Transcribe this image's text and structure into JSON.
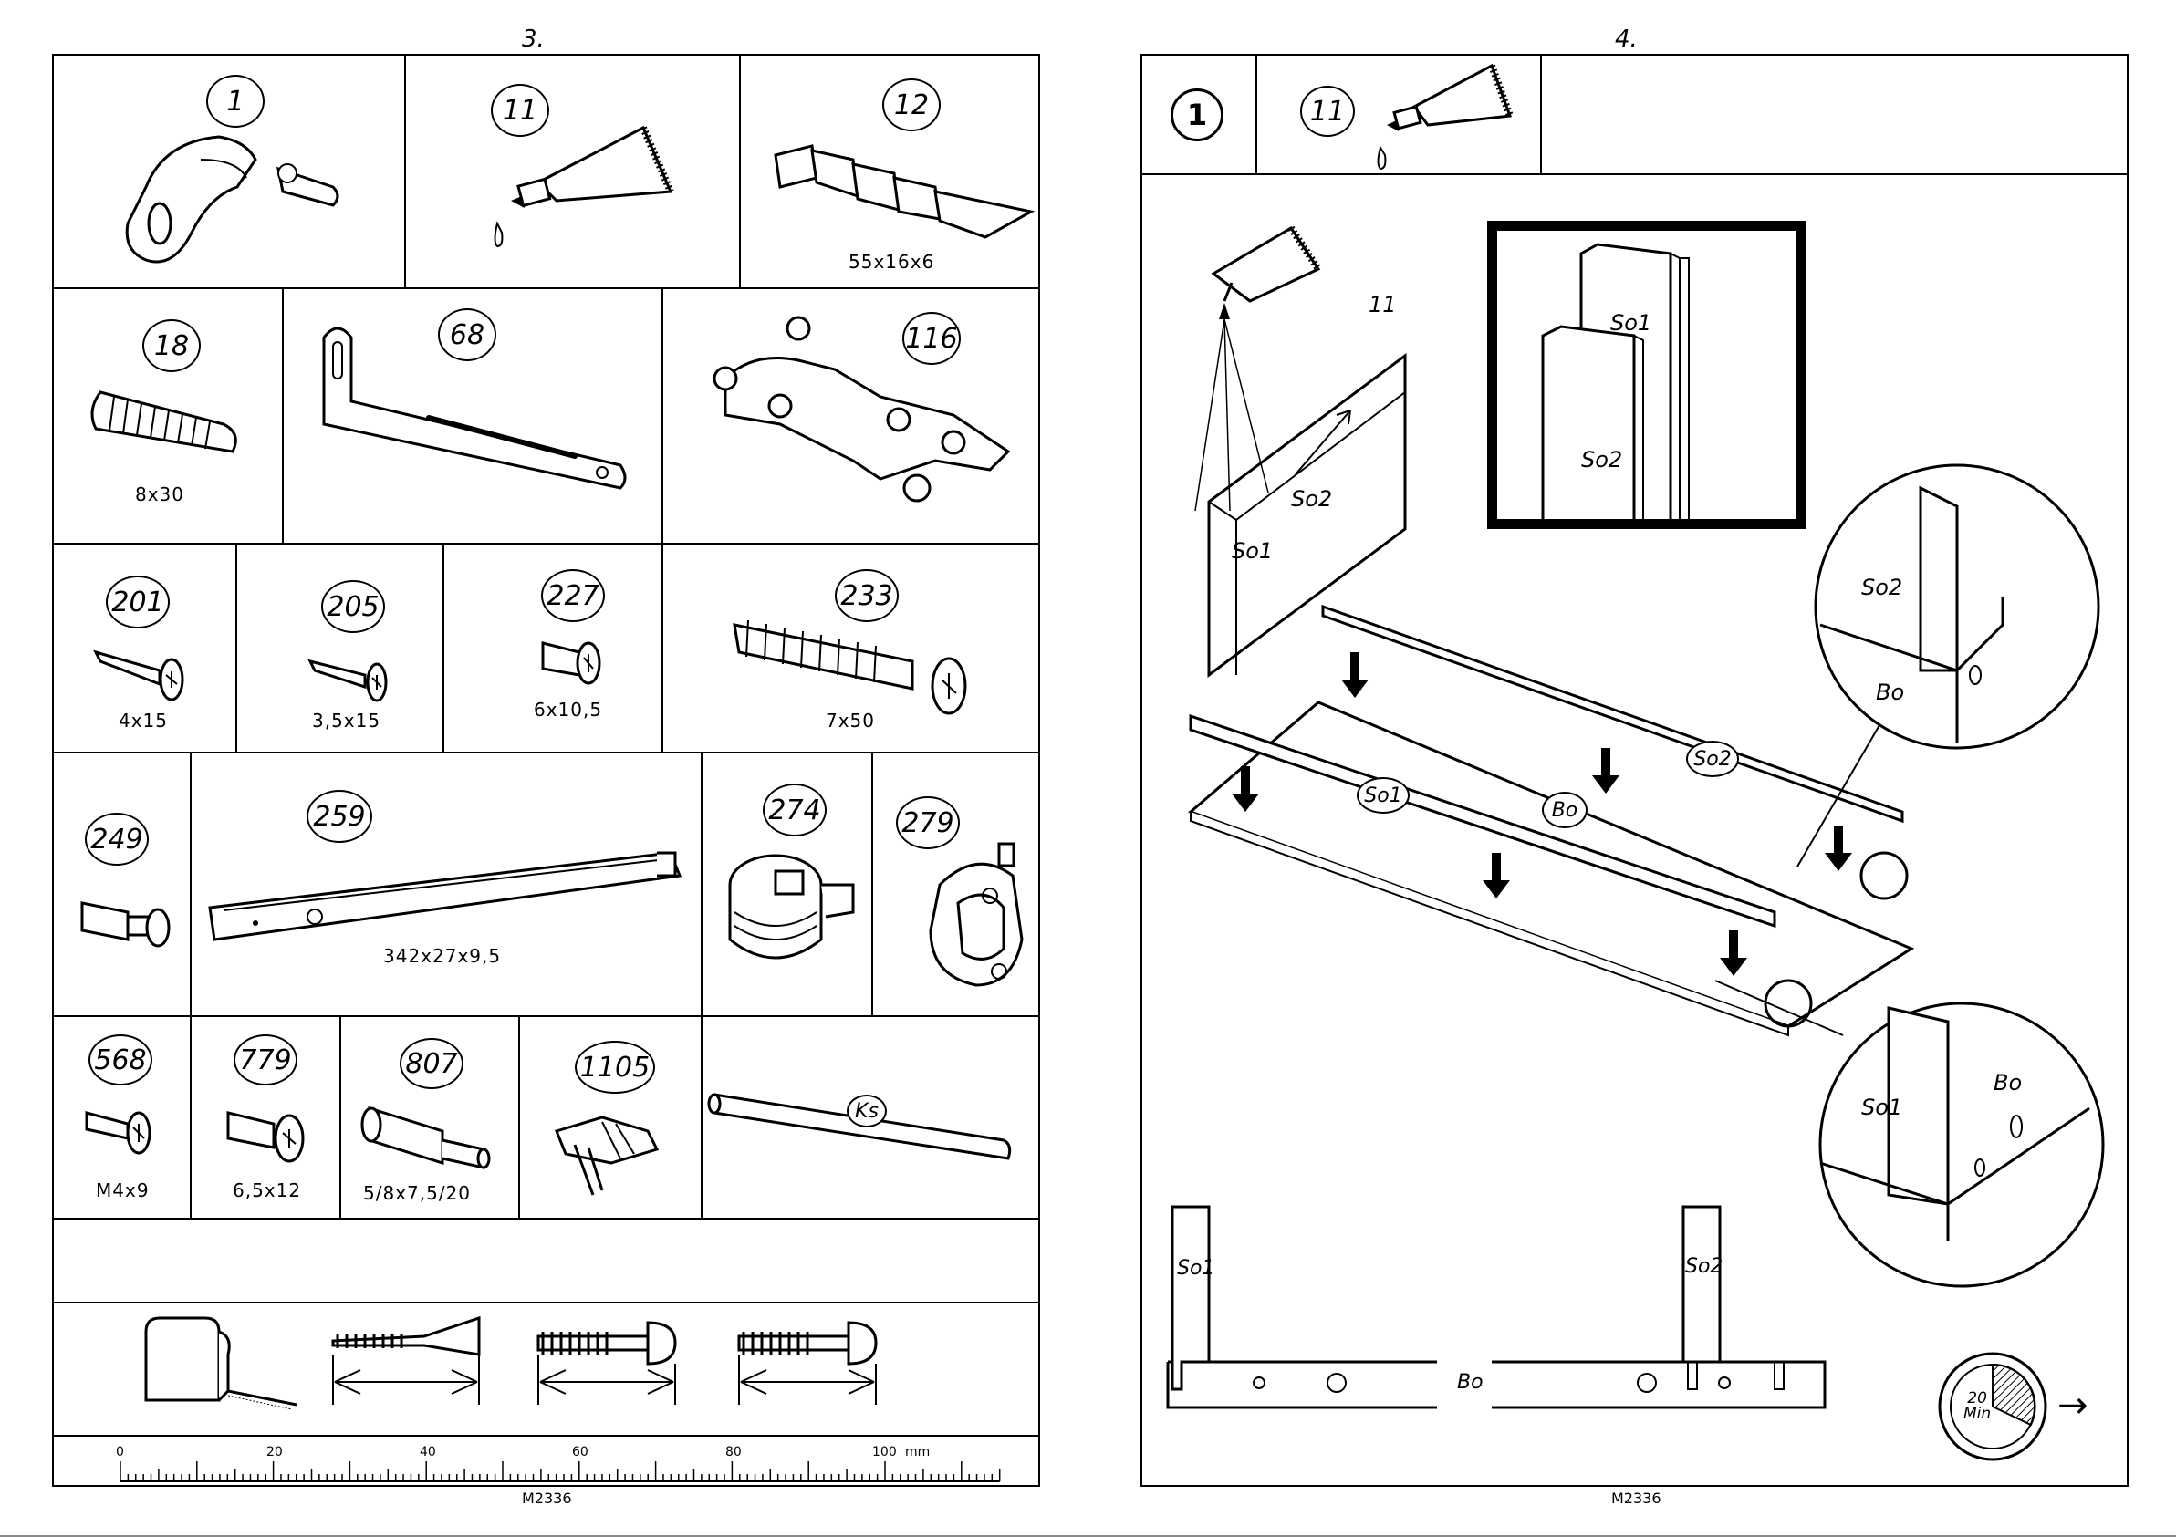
{
  "left_page": {
    "page_number": "3.",
    "parts": [
      {
        "id": "1",
        "dimension": ""
      },
      {
        "id": "11",
        "dimension": ""
      },
      {
        "id": "12",
        "dimension": "55x16x6"
      },
      {
        "id": "18",
        "dimension": "8x30"
      },
      {
        "id": "68",
        "dimension": ""
      },
      {
        "id": "116",
        "dimension": ""
      },
      {
        "id": "201",
        "dimension": "4x15"
      },
      {
        "id": "205",
        "dimension": "3,5x15"
      },
      {
        "id": "227",
        "dimension": "6x10,5"
      },
      {
        "id": "233",
        "dimension": "7x50"
      },
      {
        "id": "249",
        "dimension": ""
      },
      {
        "id": "259",
        "dimension": "342x27x9,5"
      },
      {
        "id": "274",
        "dimension": ""
      },
      {
        "id": "279",
        "dimension": ""
      },
      {
        "id": "568",
        "dimension": "M4x9"
      },
      {
        "id": "779",
        "dimension": "6,5x12"
      },
      {
        "id": "807",
        "dimension": "5/8x7,5/20"
      },
      {
        "id": "1105",
        "dimension": ""
      },
      {
        "id": "Ks",
        "dimension": ""
      }
    ],
    "ruler": {
      "labels": [
        "0",
        "20",
        "40",
        "60",
        "80",
        "100"
      ],
      "unit": "mm"
    },
    "doc_code": "M2336"
  },
  "right_page": {
    "page_number": "4.",
    "step": "1",
    "step_part": "11",
    "glue_label": "11",
    "labels": {
      "so1": "So1",
      "so2": "So2",
      "bo": "Bo"
    },
    "time": {
      "value": "20",
      "unit": "Min"
    },
    "next_arrow": "→",
    "doc_code": "M2336"
  }
}
